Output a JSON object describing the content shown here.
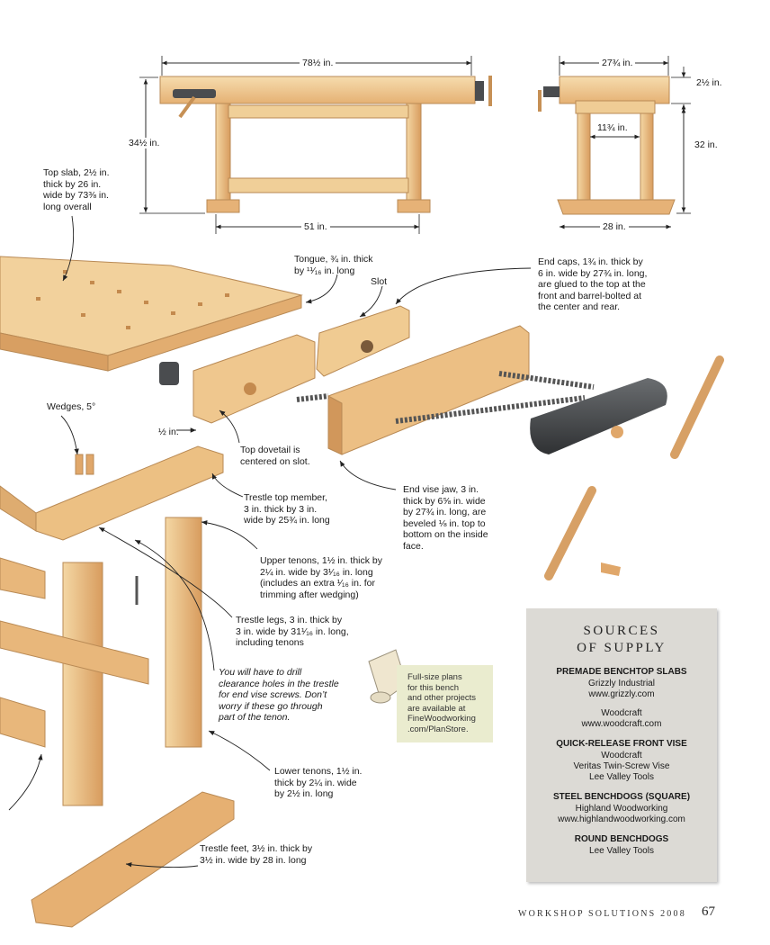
{
  "dimensions": {
    "front_length": "78½ in.",
    "front_height": "34½ in.",
    "trestle_spacing": "51 in.",
    "side_width": "27¾ in.",
    "top_thickness": "2½ in.",
    "side_height": "32 in.",
    "leg_gap": "11¾ in.",
    "foot_length": "28 in."
  },
  "callouts": {
    "top_slab": "Top slab, 2½ in.\nthick by 26 in.\nwide by 73⅜ in.\nlong overall",
    "tongue": "Tongue, ¾ in. thick\nby ¹¹⁄₁₆ in. long",
    "slot": "Slot",
    "end_caps": "End caps, 1¾ in. thick by\n6 in. wide by 27¾ in. long,\nare glued to the top at the\nfront and barrel-bolted at\nthe center and rear.",
    "wedges": "Wedges, 5°",
    "half_inch": "½ in.",
    "top_dovetail": "Top dovetail is\ncentered on slot.",
    "end_vise_jaw": "End vise jaw, 3 in.\nthick by 6⅝ in. wide\nby 27¾ in. long, are\nbeveled ⅛ in. top to\nbottom on the inside\nface.",
    "trestle_top": "Trestle top member,\n3 in. thick by 3 in.\nwide by 25¾ in. long",
    "upper_tenons": "Upper tenons, 1½ in. thick by\n2¼ in. wide by 3¹⁄₁₆ in. long\n(includes an extra ¹⁄₁₆ in. for\ntrimming after wedging)",
    "trestle_legs": "Trestle legs, 3 in. thick by\n3 in. wide by 31¹⁄₁₆ in. long,\nincluding tenons",
    "clearance_note": "You will have to drill\nclearance holes in the trestle\nfor end vise screws. Don’t\nworry if these go through\npart of the tenon.",
    "lower_tenons": "Lower tenons, 1½ in.\nthick by 2¼ in. wide\nby 2½ in. long",
    "trestle_feet": "Trestle feet, 3½ in. thick by\n3½ in. wide by 28 in. long"
  },
  "plans_note": "Full-size plans\nfor this bench\nand other projects\nare available at\nFineWoodworking\n.com/PlanStore.",
  "sources": {
    "title": "SOURCES\nOF SUPPLY",
    "groups": [
      {
        "heading": "PREMADE BENCHTOP SLABS",
        "lines": [
          "Grizzly Industrial",
          "www.grizzly.com",
          "",
          "Woodcraft",
          "www.woodcraft.com"
        ]
      },
      {
        "heading": "QUICK-RELEASE FRONT VISE",
        "lines": [
          "Woodcraft",
          "Veritas Twin-Screw Vise",
          "Lee Valley Tools"
        ]
      },
      {
        "heading": "STEEL BENCHDOGS (SQUARE)",
        "lines": [
          "Highland Woodworking",
          "www.highlandwoodworking.com"
        ]
      },
      {
        "heading": "ROUND BENCHDOGS",
        "lines": [
          "Lee Valley Tools"
        ]
      }
    ]
  },
  "footer": {
    "running_head": "WORKSHOP SOLUTIONS 2008",
    "page_number": "67"
  },
  "colors": {
    "wood_light": "#f3d6a4",
    "wood_mid": "#e7b77a",
    "wood_dark": "#c98c50",
    "iron": "#4a4c4f",
    "sidebar_bg": "#dcdad5",
    "plans_bg": "#eaeccf"
  }
}
